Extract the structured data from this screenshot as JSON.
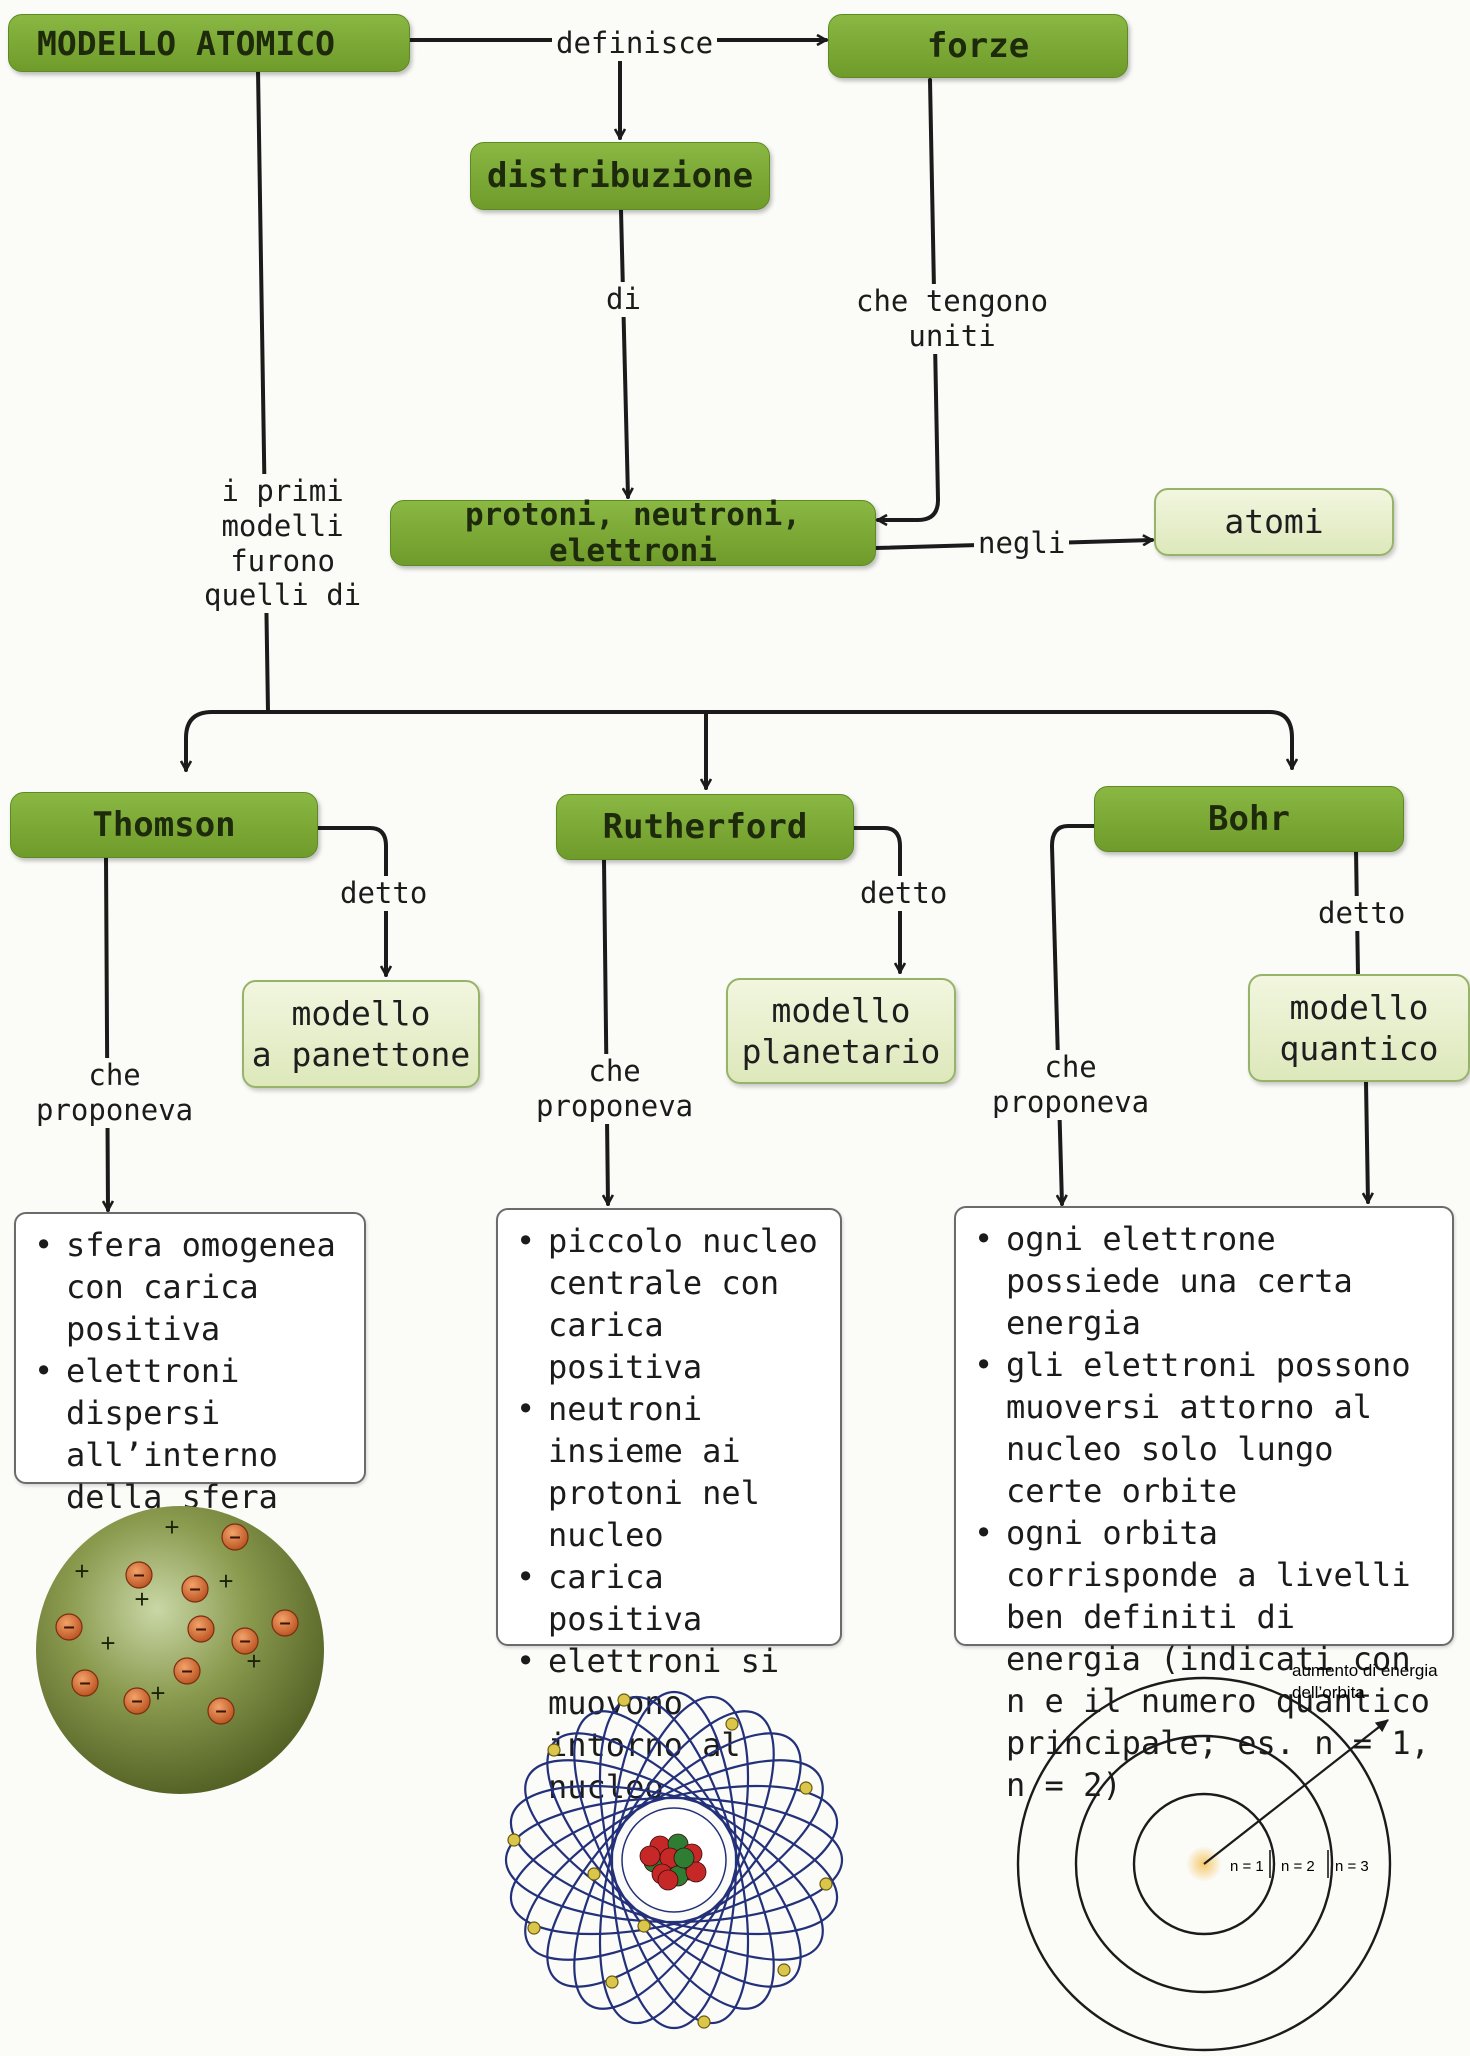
{
  "nodes": {
    "modello_atomico": "MODELLO ATOMICO",
    "forze": "forze",
    "distribuzione": "distribuzione",
    "particelle": "protoni, neutroni, elettroni",
    "atomi": "atomi",
    "thomson": "Thomson",
    "rutherford": "Rutherford",
    "bohr": "Bohr",
    "modello_panettone": "modello\na panettone",
    "modello_planetario": "modello\nplanetario",
    "modello_quantico": "modello\nquantico"
  },
  "links": {
    "definisce": "definisce",
    "di": "di",
    "che_tengono_uniti": "che tengono\nuniti",
    "negli": "negli",
    "primi_modelli": "i primi\nmodelli\nfurono\nquelli di",
    "detto": "detto",
    "che_proponeva": "che\nproponeva"
  },
  "thomson_points": [
    "sfera omogenea con carica positiva",
    "elettroni dispersi all’interno della sfera"
  ],
  "rutherford_points": [
    "piccolo nucleo centrale con carica positiva",
    "neutroni insieme ai protoni nel nucleo",
    "carica positiva",
    "elettroni si muovono intorno al nucleo"
  ],
  "bohr_points": [
    "ogni elettrone possiede una certa energia",
    "gli elettroni possono muoversi attorno al nucleo solo lungo certe orbite",
    "ogni orbita corrisponde a livelli ben definiti di energia (indicati con n e il numero quantico principale; es. n = 1, n = 2)"
  ],
  "thomson_figure": {
    "plus": "+",
    "minus": "–"
  },
  "bohr_figure": {
    "energy_label_1": "aumento di energia",
    "energy_label_2": "dell’orbita",
    "n1": "n = 1",
    "n2": "n = 2",
    "n3": "n = 3"
  },
  "colors": {
    "dark_green": "#7aa935",
    "light_green": "#e6eec8",
    "line": "#1b1b1b"
  }
}
